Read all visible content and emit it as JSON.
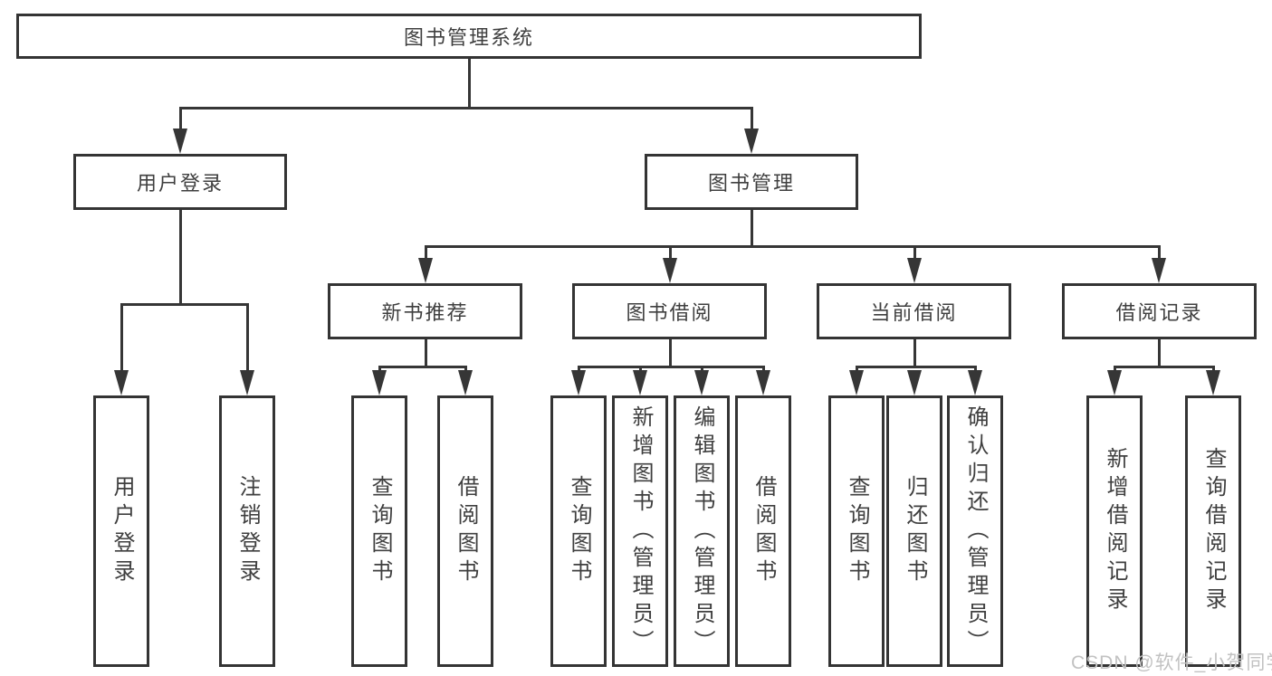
{
  "tree": {
    "root": {
      "label": "图书管理系统"
    },
    "branches": [
      {
        "label": "用户登录",
        "children": [
          {
            "label": "用户登录"
          },
          {
            "label": "注销登录"
          }
        ]
      },
      {
        "label": "图书管理",
        "children": [
          {
            "label": "新书推荐",
            "children": [
              {
                "label": "查询图书"
              },
              {
                "label": "借阅图书"
              }
            ]
          },
          {
            "label": "图书借阅",
            "children": [
              {
                "label": "查询图书"
              },
              {
                "label": "新增图书（管理员）"
              },
              {
                "label": "编辑图书（管理员）"
              },
              {
                "label": "借阅图书"
              }
            ]
          },
          {
            "label": "当前借阅",
            "children": [
              {
                "label": "查询图书"
              },
              {
                "label": "归还图书"
              },
              {
                "label": "确认归还（管理员）"
              }
            ]
          },
          {
            "label": "借阅记录",
            "children": [
              {
                "label": "新增借阅记录"
              },
              {
                "label": "查询借阅记录"
              }
            ]
          }
        ]
      }
    ]
  },
  "watermark": "CSDN @软件_小贺同学"
}
